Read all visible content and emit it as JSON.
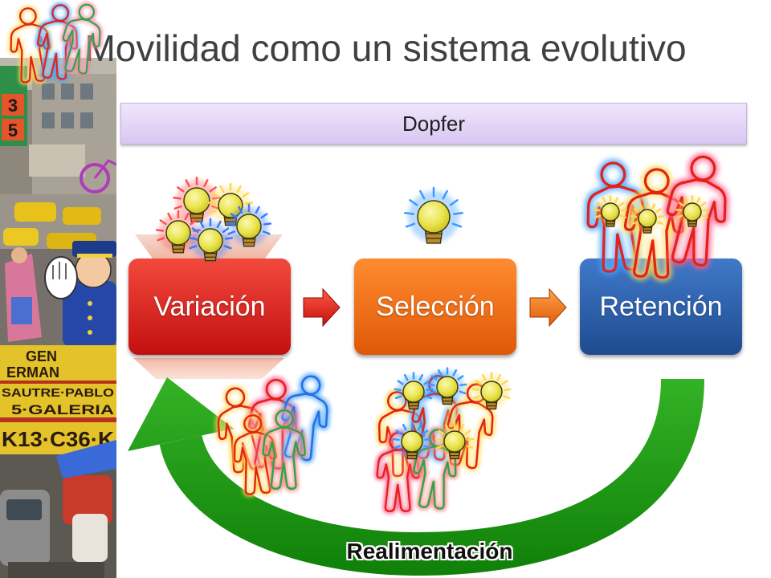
{
  "slide": {
    "title": "Movilidad como un sistema evolutivo",
    "banner": "Dopfer",
    "stages": [
      {
        "label": "Variación",
        "color_top": "#f3493d",
        "color_bottom": "#c20f0f"
      },
      {
        "label": "Selección",
        "color_top": "#ff8b30",
        "color_bottom": "#e05806"
      },
      {
        "label": "Retención",
        "color_top": "#4079c9",
        "color_bottom": "#1e4b90"
      }
    ],
    "feedback_label": "Realimentación",
    "feedback_color": "#169a10"
  },
  "icons": {
    "stage_arrow": "arrow-right-icon",
    "feedback_arrow": "curved-arrow-icon",
    "idea": "lightbulb-icon",
    "person": "person-icon"
  },
  "left_collage": {
    "sign_texts": [
      "3",
      "5",
      "GEN",
      "ERMAN",
      "SAUTRE·PABLO",
      "5·GALERIA",
      "K13·C36·K"
    ]
  },
  "colors": {
    "title": "#404040",
    "banner": "#e2d3f6"
  }
}
